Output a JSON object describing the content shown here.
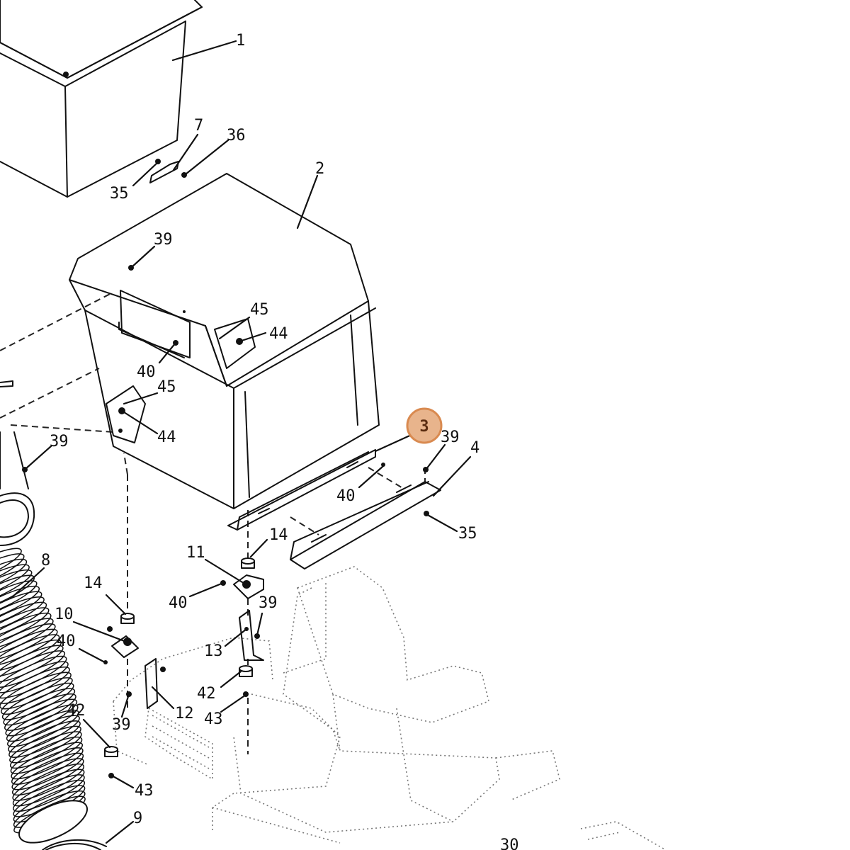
{
  "highlight": {
    "label": "3",
    "fill": "#e8b48c",
    "stroke": "#d98a50"
  },
  "labels": {
    "l1": "1",
    "l2": "2",
    "l4": "4",
    "l7": "7",
    "l8": "8",
    "l9": "9",
    "l10": "10",
    "l11": "11",
    "l12": "12",
    "l13": "13",
    "l14a": "14",
    "l14b": "14",
    "l30": "30",
    "l35a": "35",
    "l35b": "35",
    "l36": "36",
    "l39a": "39",
    "l39b": "39",
    "l39c": "39",
    "l39d": "39",
    "l39e": "39",
    "l40a": "40",
    "l40b": "40",
    "l40c": "40",
    "l40d": "40",
    "l42a": "42",
    "l42b": "42",
    "l43a": "43",
    "l43b": "43",
    "l44a": "44",
    "l44b": "44",
    "l45a": "45",
    "l45b": "45"
  }
}
